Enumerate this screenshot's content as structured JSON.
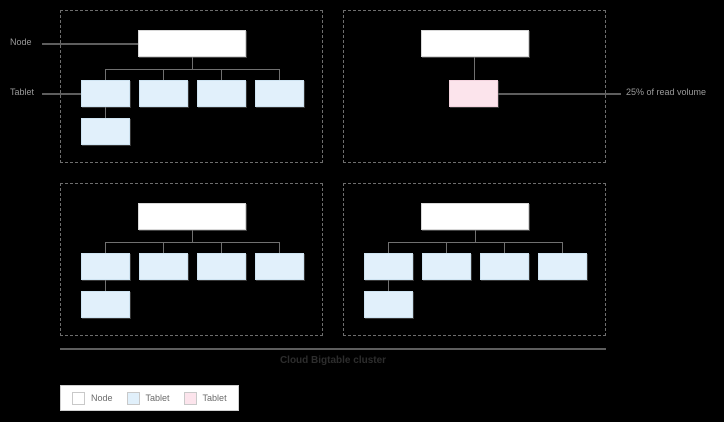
{
  "diagram": {
    "title": "Cloud Bigtable cluster",
    "annotations": {
      "node_label": "Node",
      "tablet_label": "Tablet",
      "hotspot_label": "25% of read volume"
    },
    "colors": {
      "background": "#000000",
      "node_fill": "#ffffff",
      "tablet_fill": "#e1f0fb",
      "hot_tablet_fill": "#fce4ec",
      "connector": "#707070",
      "panel_border": "#6e6e6e",
      "label_text": "#9a9a9a",
      "title_text": "#2d2d2d"
    },
    "panels": [
      {
        "id": "panel-top-left",
        "node": {
          "name": "node-box"
        },
        "tablets": [
          {
            "name": "tablet-1",
            "state": "normal"
          },
          {
            "name": "tablet-2",
            "state": "normal"
          },
          {
            "name": "tablet-3",
            "state": "normal"
          },
          {
            "name": "tablet-4",
            "state": "normal"
          },
          {
            "name": "tablet-5",
            "state": "normal"
          }
        ]
      },
      {
        "id": "panel-top-right",
        "node": {
          "name": "node-box"
        },
        "tablets": [
          {
            "name": "tablet-hotspot",
            "state": "hot"
          }
        ]
      },
      {
        "id": "panel-bottom-left",
        "node": {
          "name": "node-box"
        },
        "tablets": [
          {
            "name": "tablet-1",
            "state": "normal"
          },
          {
            "name": "tablet-2",
            "state": "normal"
          },
          {
            "name": "tablet-3",
            "state": "normal"
          },
          {
            "name": "tablet-4",
            "state": "normal"
          },
          {
            "name": "tablet-5",
            "state": "normal"
          }
        ]
      },
      {
        "id": "panel-bottom-right",
        "node": {
          "name": "node-box"
        },
        "tablets": [
          {
            "name": "tablet-1",
            "state": "normal"
          },
          {
            "name": "tablet-2",
            "state": "normal"
          },
          {
            "name": "tablet-3",
            "state": "normal"
          },
          {
            "name": "tablet-4",
            "state": "normal"
          },
          {
            "name": "tablet-5",
            "state": "normal"
          }
        ]
      }
    ],
    "legend": {
      "items": [
        {
          "label": "Node",
          "swatch": "#ffffff"
        },
        {
          "label": "Tablet",
          "swatch": "#e1f0fb"
        },
        {
          "label": "Tablet",
          "swatch": "#fce4ec"
        }
      ]
    }
  }
}
